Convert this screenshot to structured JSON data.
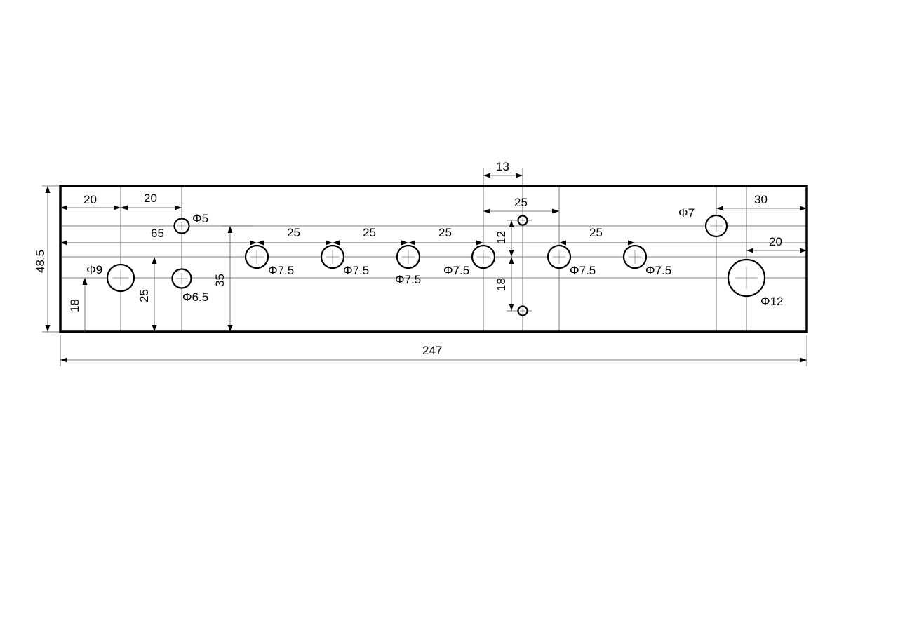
{
  "diagram": {
    "overall_width_label": "247",
    "overall_height_label": "48.5",
    "holes": [
      {
        "id": "phi9",
        "label": "Φ9"
      },
      {
        "id": "phi5",
        "label": "Φ5"
      },
      {
        "id": "phi6_5",
        "label": "Φ6.5"
      },
      {
        "id": "phi7_5a",
        "label": "Φ7.5"
      },
      {
        "id": "phi7_5b",
        "label": "Φ7.5"
      },
      {
        "id": "phi7_5c",
        "label": "Φ7.5"
      },
      {
        "id": "phi7_5d",
        "label": "Φ7.5"
      },
      {
        "id": "phi7_5e",
        "label": "Φ7.5"
      },
      {
        "id": "phi7_5f",
        "label": "Φ7.5"
      },
      {
        "id": "phi7",
        "label": "Φ7"
      },
      {
        "id": "phi12",
        "label": "Φ12"
      }
    ],
    "dimensions": {
      "left_20a": "20",
      "left_20b": "20",
      "dim_65": "65",
      "pitch_25_1": "25",
      "pitch_25_2": "25",
      "pitch_25_3": "25",
      "dim_13": "13",
      "dim_25_top": "25",
      "pitch_25_right": "25",
      "dim_30": "30",
      "dim_20_right": "20",
      "v_18_left": "18",
      "v_25": "25",
      "v_35": "35",
      "v_12": "12",
      "v_18_mid": "18"
    }
  }
}
